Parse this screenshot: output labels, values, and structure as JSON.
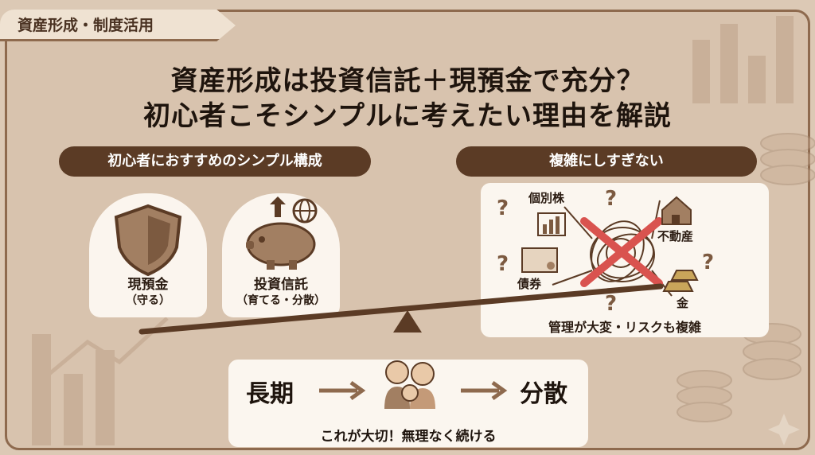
{
  "category": "資産形成・制度活用",
  "title": {
    "line1": "資産形成は投資信託＋現預金で充分？",
    "line2": "初心者こそシンプルに考えたい理由を解説"
  },
  "left_section": {
    "heading": "初心者におすすめのシンプル構成",
    "cards": [
      {
        "label": "現預金",
        "sub": "（守る）",
        "icon": "shield-icon"
      },
      {
        "label": "投資信託",
        "sub": "（育てる・分散）",
        "icon": "piggy-bank-icon"
      }
    ]
  },
  "right_section": {
    "heading": "複雑にしすぎない",
    "items": [
      "個別株",
      "不動産",
      "債券",
      "金"
    ],
    "caption": "管理が大変・リスクも複雑"
  },
  "bottom": {
    "left_word": "長期",
    "right_word": "分散",
    "caption": "これが大切！無理なく続ける"
  },
  "colors": {
    "background": "#dcc9b5",
    "dark_brown": "#5b3b25",
    "panel": "#fbf6ef",
    "accent_red": "#d9534f"
  }
}
